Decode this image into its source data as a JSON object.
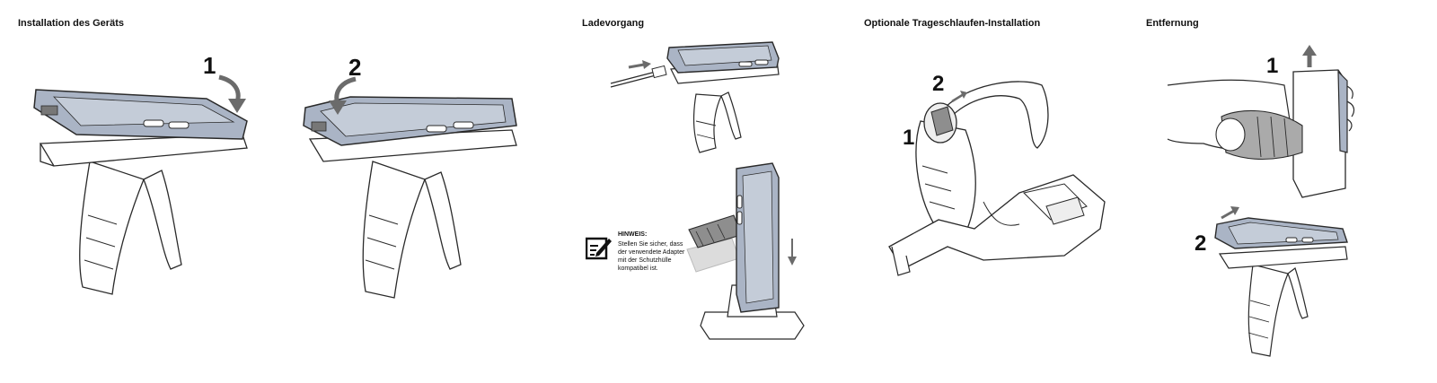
{
  "sections": {
    "installation": {
      "title": "Installation des Geräts",
      "steps": [
        "1",
        "2"
      ]
    },
    "charging": {
      "title": "Ladevorgang"
    },
    "lanyard": {
      "title": "Optionale Trageschlaufen-Installation",
      "steps": [
        "1",
        "2"
      ]
    },
    "removal": {
      "title": "Entfernung",
      "steps": [
        "1",
        "2"
      ]
    }
  },
  "note": {
    "title": "HINWEIS:",
    "text": "Stellen Sie sicher, dass der verwendete Adapter mit der Schutzhülle kompatibel ist."
  },
  "colors": {
    "device_fill": "#aab4c5",
    "outline": "#2a2a2a",
    "arrow": "#6b6b6b",
    "grip_shade": "#8e8e8e"
  }
}
